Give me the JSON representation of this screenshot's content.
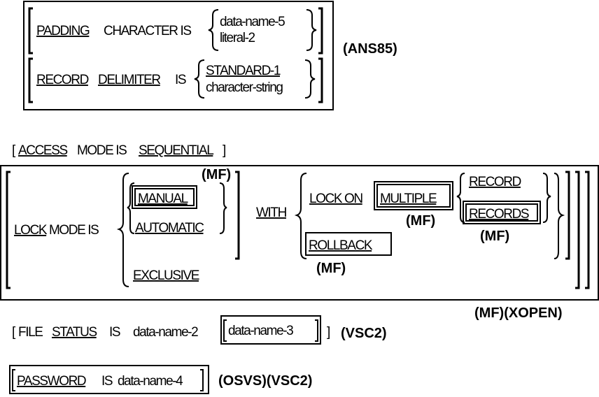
{
  "padding": {
    "kw1": "PADDING",
    "mid": "CHARACTER IS",
    "opt1": "data-name-5",
    "opt2": "literal-2"
  },
  "record_delimiter": {
    "kw1": "RECORD",
    "kw2": "DELIMITER",
    "mid": "IS",
    "opt1": "STANDARD-1",
    "opt2": "character-string"
  },
  "ans85": "(ANS85)",
  "access": {
    "open": "[",
    "kw1": "ACCESS",
    "mid": "MODE IS",
    "kw2": "SEQUENTIAL",
    "close": "]"
  },
  "lock_mode": {
    "kw1": "LOCK",
    "mid": "MODE IS",
    "manual": "MANUAL",
    "automatic": "AUTOMATIC",
    "exclusive": "EXCLUSIVE",
    "mf_top": "(MF)",
    "with": "WITH",
    "lock_on": "LOCK ON",
    "multiple": "MULTIPLE",
    "record": "RECORD",
    "records": "RECORDS",
    "rollback": "ROLLBACK",
    "mf_multiple": "(MF)",
    "mf_records": "(MF)",
    "mf_rollback": "(MF)",
    "mf_xopen": "(MF)(XOPEN)"
  },
  "file_status": {
    "open": "[",
    "kw1": "FILE",
    "kw2": "STATUS",
    "mid": "IS",
    "name": "data-name-2",
    "optional": "data-name-3",
    "close": "]",
    "tag": "(VSC2)"
  },
  "password": {
    "kw1": "PASSWORD",
    "mid": "IS",
    "name": "data-name-4",
    "tag": "(OSVS)(VSC2)"
  }
}
